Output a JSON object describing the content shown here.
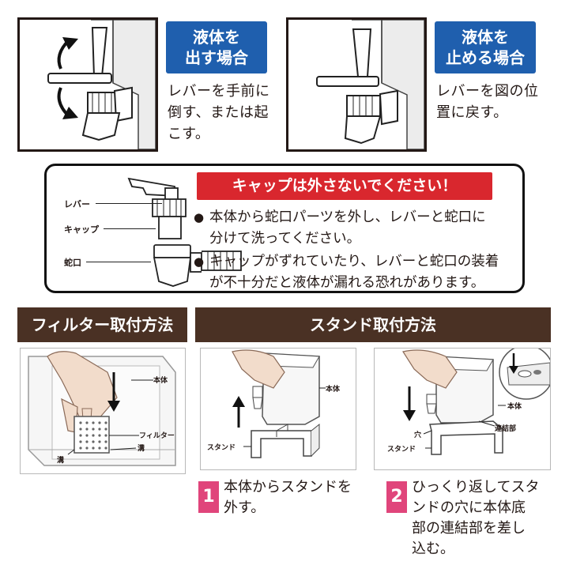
{
  "panel_dispense": {
    "title_line1": "液体を",
    "title_line2": "出す場合",
    "desc_lines": [
      "レバーを手前に",
      "倒す、または起",
      "こす。"
    ]
  },
  "panel_stop": {
    "title_line1": "液体を",
    "title_line2": "止める場合",
    "desc_lines": [
      "レバーを図の位",
      "置に戻す。"
    ]
  },
  "caution": {
    "labels": {
      "lever": "レバー",
      "cap": "キャップ",
      "spout": "蛇口"
    },
    "headline": "キャップは外さないでください！",
    "bullets": [
      [
        "本体から蛇口パーツを外し、レバーと蛇口に",
        "分けて洗ってください。"
      ],
      [
        "キャップがずれていたり、レバーと蛇口の装着",
        "が不十分だと液体が漏れる恐れがあります。"
      ]
    ],
    "bullet_mark": "●"
  },
  "filter_section": {
    "title": "フィルター取付方法",
    "labels": {
      "body": "本体",
      "filter": "フィルター",
      "groove_left": "溝",
      "groove_right": "溝"
    }
  },
  "stand_section": {
    "title": "スタンド取付方法",
    "step1": {
      "number": "1",
      "labels": {
        "body": "本体",
        "stand": "スタンド"
      },
      "text_lines": [
        "本体からスタンドを",
        "外す。"
      ]
    },
    "step2": {
      "number": "2",
      "labels": {
        "body": "本体",
        "connector": "連結部",
        "hole": "穴",
        "stand": "スタンド"
      },
      "text_lines": [
        "ひっくり返してスタ",
        "ンドの穴に本体底",
        "部の連結部を差し",
        "込む。"
      ]
    }
  },
  "colors": {
    "blue": "#1f5fae",
    "red": "#d9272e",
    "brown": "#4a3124",
    "pink": "#e0457b",
    "ink": "#231815"
  }
}
